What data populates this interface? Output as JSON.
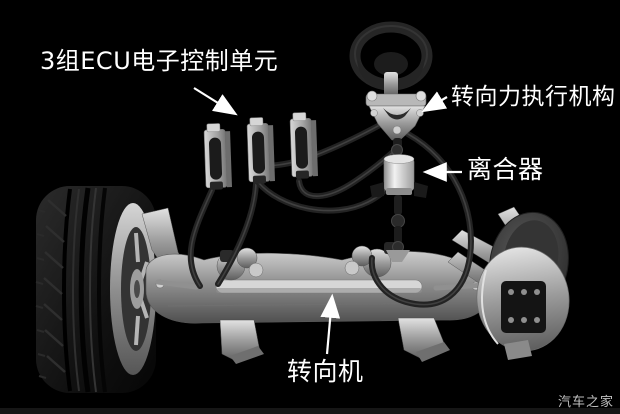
{
  "annotations": {
    "ecu": "3组ECU电子控制单元",
    "actuator": "转向力执行机构",
    "clutch": "离合器",
    "steering_rack": "转向机"
  },
  "watermark": "汽车之家",
  "colors": {
    "background": "#000000",
    "annotation_text": "#ffffff",
    "annotation_arrow": "#ffffff",
    "watermark_text": "#c0c0c0",
    "metal_highlight": "#e2e2e2",
    "metal_shadow": "#5e5e5e",
    "tire_rubber": "#111111",
    "cable": "#232323"
  }
}
